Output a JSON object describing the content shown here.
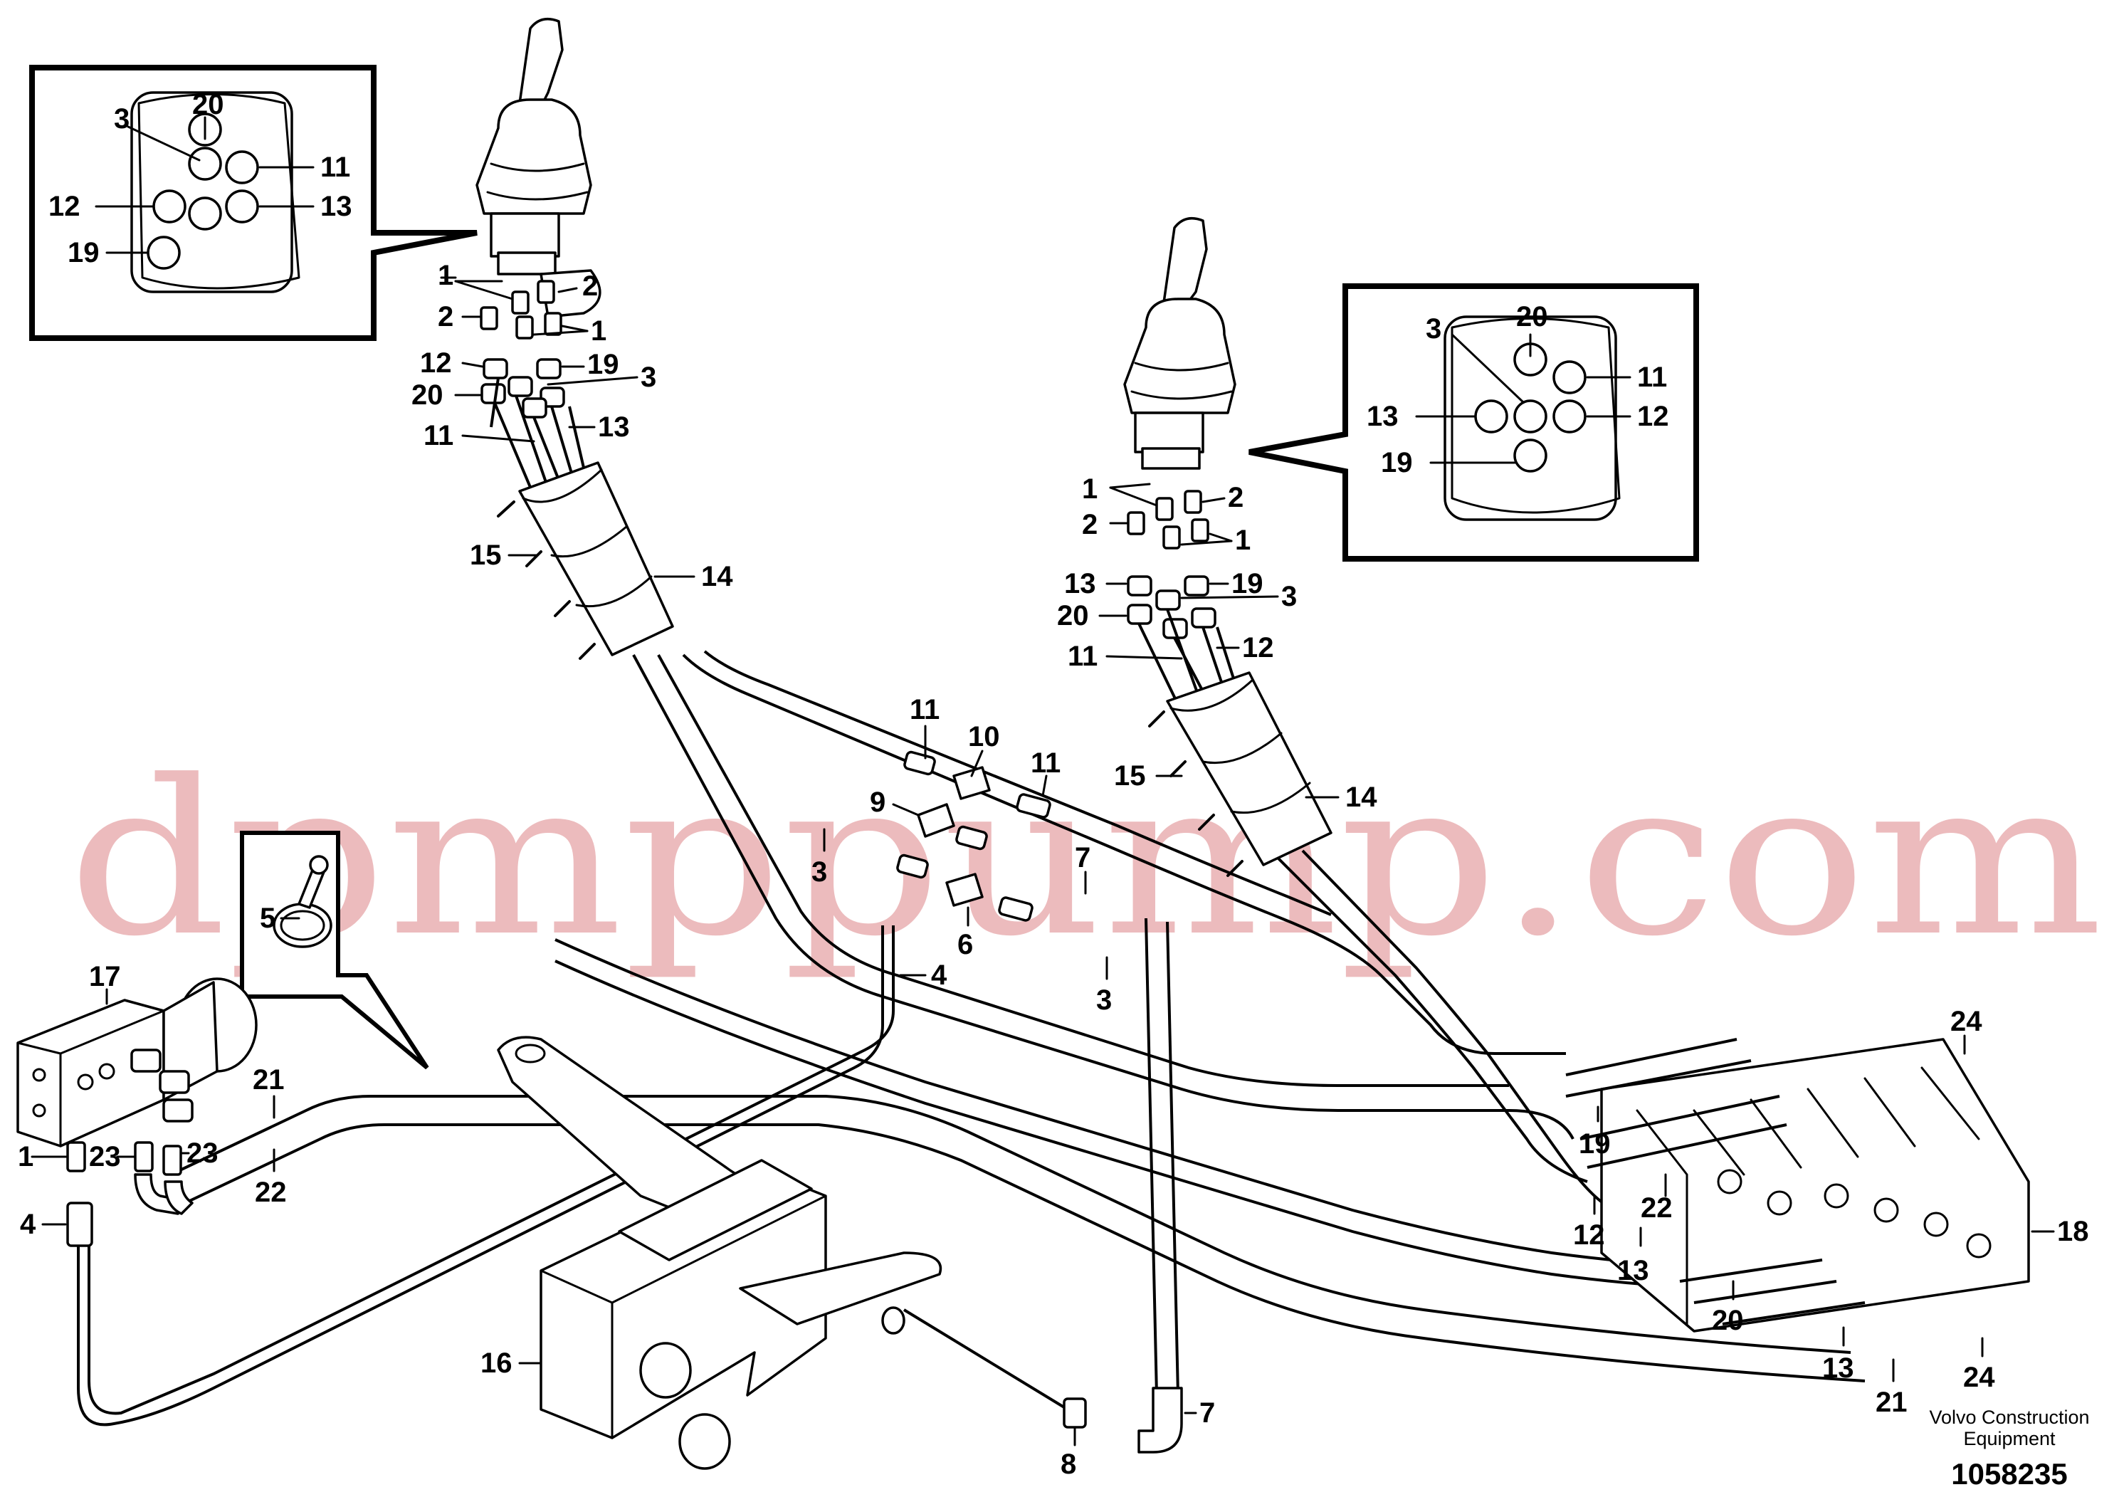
{
  "diagram": {
    "footer": {
      "credit_line1": "Volvo Construction",
      "credit_line2": "Equipment",
      "document_number": "1058235"
    },
    "watermark": "dpmppump.com",
    "colors": {
      "watermark": "#e7a9ab",
      "lines": "#000000",
      "background": "#ffffff"
    },
    "callouts": {
      "left_detail": {
        "labels": {
          "top": "20",
          "top_left": "3",
          "top_right": "11",
          "left": "12",
          "right": "13",
          "bottom_left": "19"
        }
      },
      "right_detail": {
        "labels": {
          "top": "20",
          "top_left": "3",
          "top_right": "11",
          "left": "13",
          "right": "12",
          "bottom_left": "19"
        }
      }
    },
    "left_joystick_labels": {
      "a1": "1",
      "a2": "2",
      "a3": "2",
      "a4": "1",
      "p12": "12",
      "p19": "19",
      "p3": "3",
      "p20": "20",
      "p11": "11",
      "p13": "13",
      "p15": "15",
      "p14": "14"
    },
    "right_joystick_labels": {
      "a1": "1",
      "a2": "2",
      "a3": "2",
      "a4": "1",
      "p13": "13",
      "p19": "19",
      "p3": "3",
      "p20": "20",
      "p11": "11",
      "p12": "12",
      "p15": "15",
      "p14": "14"
    },
    "center_labels": {
      "p11a": "11",
      "p10": "10",
      "p11b": "11",
      "p9": "9",
      "p3a": "3",
      "p7a": "7",
      "p6": "6",
      "p4a": "4",
      "p3b": "3",
      "p5": "5",
      "p7b": "7",
      "p8": "8",
      "p16": "16"
    },
    "left_valve_labels": {
      "p17": "17",
      "p21": "21",
      "p1": "1",
      "p23a": "23",
      "p23b": "23",
      "p22": "22",
      "p4": "4"
    },
    "control_valve_labels": {
      "p24a": "24",
      "p19": "19",
      "p22": "22",
      "p12": "12",
      "p13a": "13",
      "p20": "20",
      "p13b": "13",
      "p18": "18",
      "p24b": "24",
      "p21": "21"
    }
  }
}
